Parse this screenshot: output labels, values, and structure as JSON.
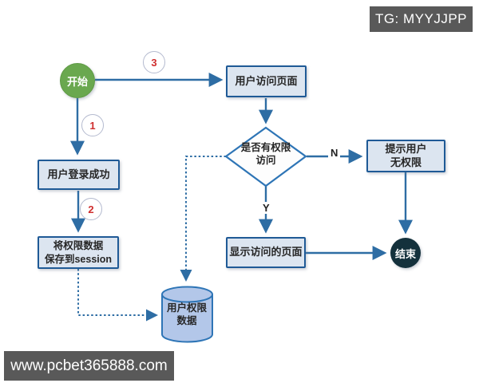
{
  "overlays": {
    "tg_label": "TG: MYYJJPP",
    "watermark": "www.pcbet365888.com"
  },
  "colors": {
    "arrow_blue": "#2e6da4",
    "shape_border_blue": "#2e75b6",
    "box_fill": "#dce5f0",
    "box_border": "#1f5a96",
    "start_green": "#6aa84f",
    "end_dark_teal": "#14313c",
    "cylinder_fill": "#b3c7e9",
    "badge_number_red": "#cf2e2e",
    "banner_gray": "#595959"
  },
  "flowchart": {
    "nodes": {
      "start": {
        "label": "开始"
      },
      "visit_page": {
        "label": "用户访问页面"
      },
      "login_success": {
        "label": "用户登录成功"
      },
      "save_session": {
        "line1": "将权限数据",
        "line2": "保存到session"
      },
      "check_permission": {
        "line1": "是否有权限",
        "line2": "访问"
      },
      "prompt_no_permission": {
        "line1": "提示用户",
        "line2": "无权限"
      },
      "display_page": {
        "label": "显示访问的页面"
      },
      "permission_data": {
        "line1": "用户权限",
        "line2": "数据"
      },
      "end": {
        "label": "结束"
      }
    },
    "edge_labels": {
      "no": "N",
      "yes": "Y"
    },
    "step_badges": {
      "step1": "1",
      "step2": "2",
      "step3": "3"
    }
  }
}
